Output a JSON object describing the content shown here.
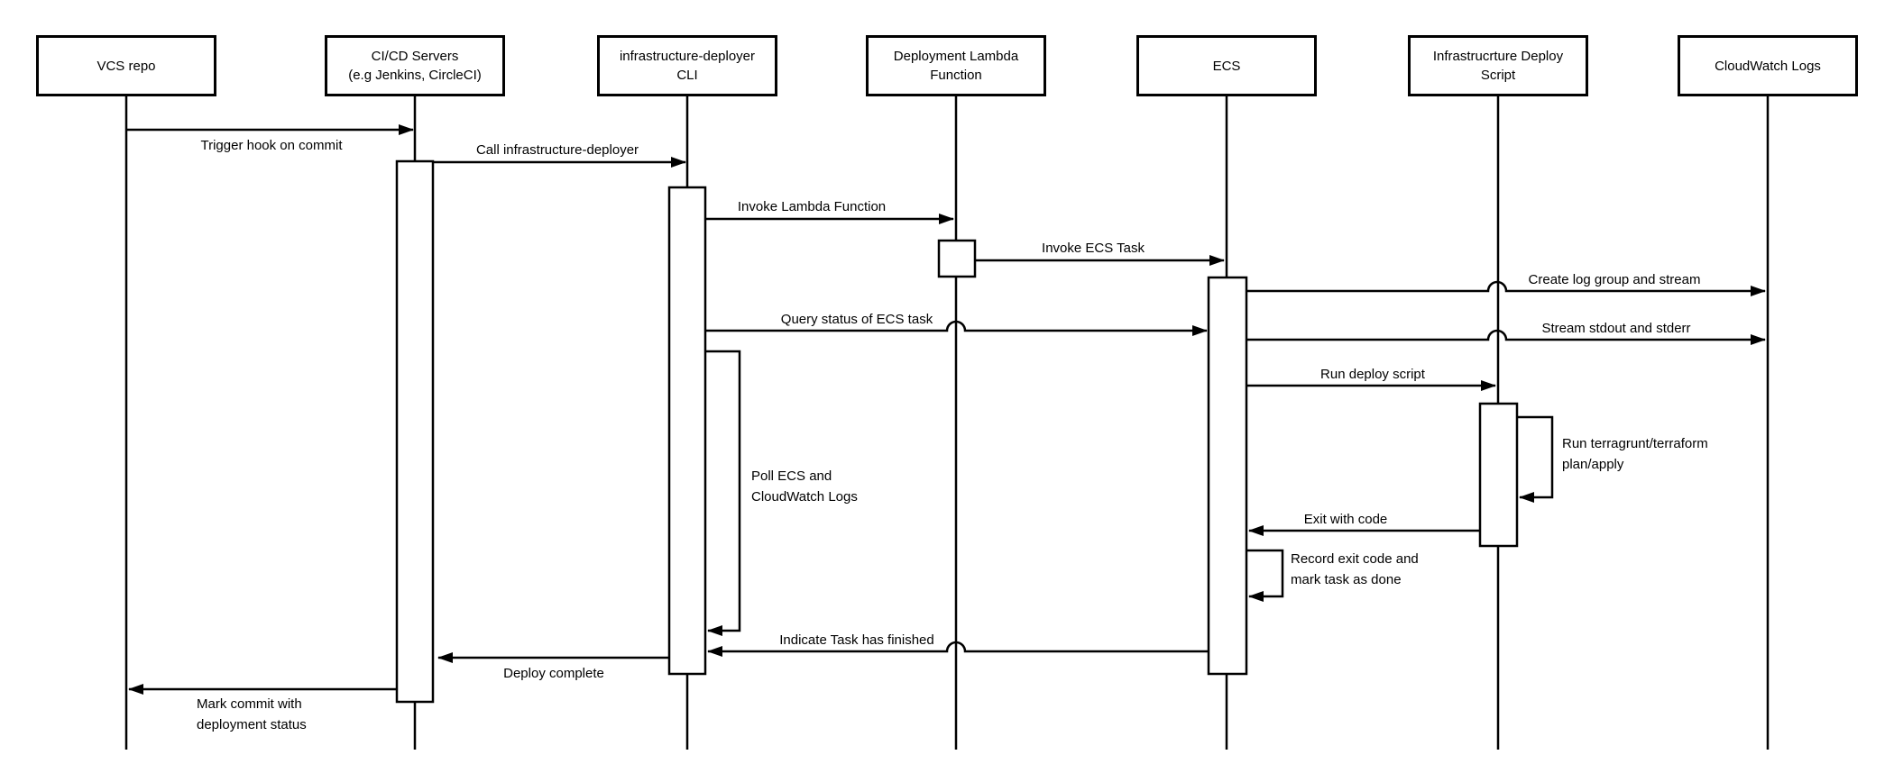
{
  "diagram": {
    "title": "CI/CD infrastructure deployment sequence diagram",
    "colors": {
      "background": "#ffffff",
      "stroke": "#000000",
      "text": "#000000",
      "shape_fill": "#ffffff"
    },
    "actors": [
      {
        "id": "vcs-repo",
        "label_lines": [
          "VCS repo"
        ]
      },
      {
        "id": "cicd-servers",
        "label_lines": [
          "CI/CD Servers",
          "(e.g Jenkins, CircleCI)"
        ]
      },
      {
        "id": "infrastructure-deployer-cli",
        "label_lines": [
          "infrastructure-deployer",
          "CLI"
        ]
      },
      {
        "id": "deployment-lambda",
        "label_lines": [
          "Deployment Lambda",
          "Function"
        ]
      },
      {
        "id": "ecs",
        "label_lines": [
          "ECS"
        ]
      },
      {
        "id": "infrastructure-deploy-script",
        "label_lines": [
          "Infrastrucrture Deploy",
          "Script"
        ]
      },
      {
        "id": "cloudwatch-logs",
        "label_lines": [
          "CloudWatch Logs"
        ]
      }
    ],
    "messages": [
      {
        "from": "vcs-repo",
        "to": "cicd-servers",
        "label": "Trigger hook on commit"
      },
      {
        "from": "cicd-servers",
        "to": "infrastructure-deployer-cli",
        "label": "Call infrastructure-deployer"
      },
      {
        "from": "infrastructure-deployer-cli",
        "to": "deployment-lambda",
        "label": "Invoke Lambda Function"
      },
      {
        "from": "deployment-lambda",
        "to": "ecs",
        "label": "Invoke ECS Task"
      },
      {
        "from": "ecs",
        "to": "cloudwatch-logs",
        "label": "Create log group and stream"
      },
      {
        "from": "infrastructure-deployer-cli",
        "to": "ecs",
        "label": "Query status of ECS task"
      },
      {
        "from": "ecs",
        "to": "cloudwatch-logs",
        "label": "Stream stdout and stderr"
      },
      {
        "from": "infrastructure-deployer-cli",
        "to": "infrastructure-deployer-cli",
        "label_lines": [
          "Poll ECS and",
          "CloudWatch Logs"
        ]
      },
      {
        "from": "ecs",
        "to": "infrastructure-deploy-script",
        "label": "Run deploy script"
      },
      {
        "from": "infrastructure-deploy-script",
        "to": "infrastructure-deploy-script",
        "label_lines": [
          "Run terragrunt/terraform",
          "plan/apply"
        ]
      },
      {
        "from": "infrastructure-deploy-script",
        "to": "ecs",
        "label": "Exit with code"
      },
      {
        "from": "ecs",
        "to": "ecs",
        "label_lines": [
          "Record exit code and",
          "mark task as done"
        ]
      },
      {
        "from": "ecs",
        "to": "infrastructure-deployer-cli",
        "label": "Indicate Task has finished"
      },
      {
        "from": "infrastructure-deployer-cli",
        "to": "cicd-servers",
        "label": "Deploy complete"
      },
      {
        "from": "cicd-servers",
        "to": "vcs-repo",
        "label_lines": [
          "Mark commit with",
          "deployment status"
        ]
      }
    ]
  }
}
